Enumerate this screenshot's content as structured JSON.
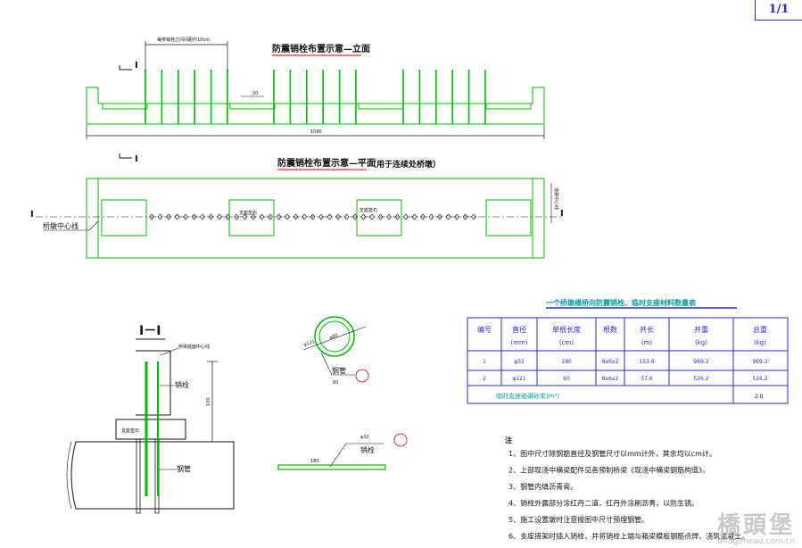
{
  "page_number": "1/1",
  "elevation": {
    "title": "防震销栓布置示意—立面",
    "top_dimension": "每排销栓之间间距约10cm",
    "gap_dimension": "20",
    "total_dimension": "1090",
    "section_mark": "I"
  },
  "plan": {
    "title": "防震销栓布置示意—平面",
    "subtitle": "（用于连续处桥墩）",
    "pier_centerline": "桥墩中心线",
    "support_label": "支座垫石",
    "road_centerline": "道路中心线",
    "section_mark": "I"
  },
  "section": {
    "title": "I－I",
    "bottom_label": "桥梁底面中心线",
    "pin_label": "销栓",
    "steel_tube_label": "钢管",
    "support_label": "支座垫石",
    "height_dimension": "100"
  },
  "tube_detail": {
    "outer_label": "φ121",
    "inner_label": "φ80",
    "tube_label": "钢管",
    "dim": "60"
  },
  "pin_detail": {
    "diameter": "φ32",
    "length": "180",
    "label": "销栓"
  },
  "material_table": {
    "title": "一个桥墩横桥向防震销栓、临时支座材料数量表",
    "headers": [
      "编号",
      "直径(mm)",
      "单根长度(cm)",
      "根数",
      "共长(m)",
      "共重(kg)",
      "总重(kg)"
    ],
    "rows": [
      [
        "1",
        "φ32",
        "180",
        "8x6x2",
        "153.6",
        "969.2",
        "969.2"
      ],
      [
        "2",
        "φ121",
        "60",
        "8x6x2",
        "57.6",
        "526.2",
        "526.2"
      ]
    ],
    "footer_label": "临时支座硫磺砂浆(m³)",
    "footer_value": "2.0"
  },
  "notes": {
    "heading": "注",
    "items": [
      "1、图中尺寸除钢筋直径及钢管尺寸以mm计外，其余均以cm计。",
      "2、上部现浇中横梁配件见各预制桥梁《现浇中横梁钢筋构造》。",
      "3、钢管内填沥青膏。",
      "4、销栓外露部分涂红丹二道，红丹外涂刷沥青，以防生锈。",
      "5、施工设置墩时注意按图中尺寸预埋钢管。",
      "6、支座搭架时插入销栓，并将销栓上端与箱梁模板钢筋点焊，浇筑混凝土。"
    ]
  },
  "watermark": {
    "text": "橋頭堡",
    "url": "bridgehead.com.cn"
  },
  "colors": {
    "green": "#00c000",
    "blue": "#2a2ad0",
    "red": "#e00000",
    "black": "#111111",
    "cyan": "#00a0a0"
  }
}
